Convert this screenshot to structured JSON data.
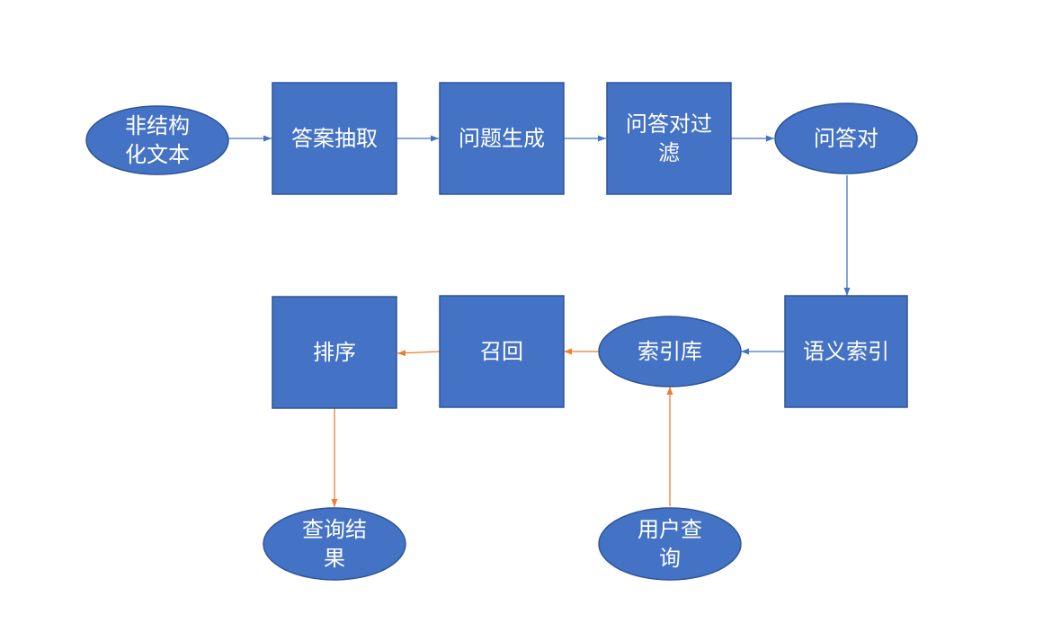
{
  "colors": {
    "node_fill": "#4472c4",
    "node_border": "#2f5597",
    "label_text": "#ffffff",
    "arrow_blue": "#4472c4",
    "arrow_orange": "#ed7d31"
  },
  "nodes": [
    {
      "id": "unstructured_text",
      "shape": "ellipse",
      "lines": [
        "非结构",
        "化文本"
      ]
    },
    {
      "id": "answer_extraction",
      "shape": "rect",
      "lines": [
        "答案抽取"
      ]
    },
    {
      "id": "question_generation",
      "shape": "rect",
      "lines": [
        "问题生成"
      ]
    },
    {
      "id": "qa_pair_filtering",
      "shape": "rect",
      "lines": [
        "问答对过",
        "滤"
      ]
    },
    {
      "id": "qa_pairs",
      "shape": "ellipse",
      "lines": [
        "问答对"
      ]
    },
    {
      "id": "semantic_index",
      "shape": "rect",
      "lines": [
        "语义索引"
      ]
    },
    {
      "id": "index_store",
      "shape": "ellipse",
      "lines": [
        "索引库"
      ]
    },
    {
      "id": "recall",
      "shape": "rect",
      "lines": [
        "召回"
      ]
    },
    {
      "id": "ranking",
      "shape": "rect",
      "lines": [
        "排序"
      ]
    },
    {
      "id": "query_results",
      "shape": "ellipse",
      "lines": [
        "查询结",
        "果"
      ]
    },
    {
      "id": "user_query",
      "shape": "ellipse",
      "lines": [
        "用户查",
        "询"
      ]
    }
  ],
  "edges": [
    {
      "from": "unstructured_text",
      "to": "answer_extraction",
      "color": "blue"
    },
    {
      "from": "answer_extraction",
      "to": "question_generation",
      "color": "blue"
    },
    {
      "from": "question_generation",
      "to": "qa_pair_filtering",
      "color": "blue"
    },
    {
      "from": "qa_pair_filtering",
      "to": "qa_pairs",
      "color": "blue"
    },
    {
      "from": "qa_pairs",
      "to": "semantic_index",
      "color": "blue"
    },
    {
      "from": "semantic_index",
      "to": "index_store",
      "color": "blue"
    },
    {
      "from": "index_store",
      "to": "recall",
      "color": "orange"
    },
    {
      "from": "recall",
      "to": "ranking",
      "color": "orange"
    },
    {
      "from": "ranking",
      "to": "query_results",
      "color": "orange"
    },
    {
      "from": "user_query",
      "to": "index_store",
      "color": "orange"
    }
  ]
}
